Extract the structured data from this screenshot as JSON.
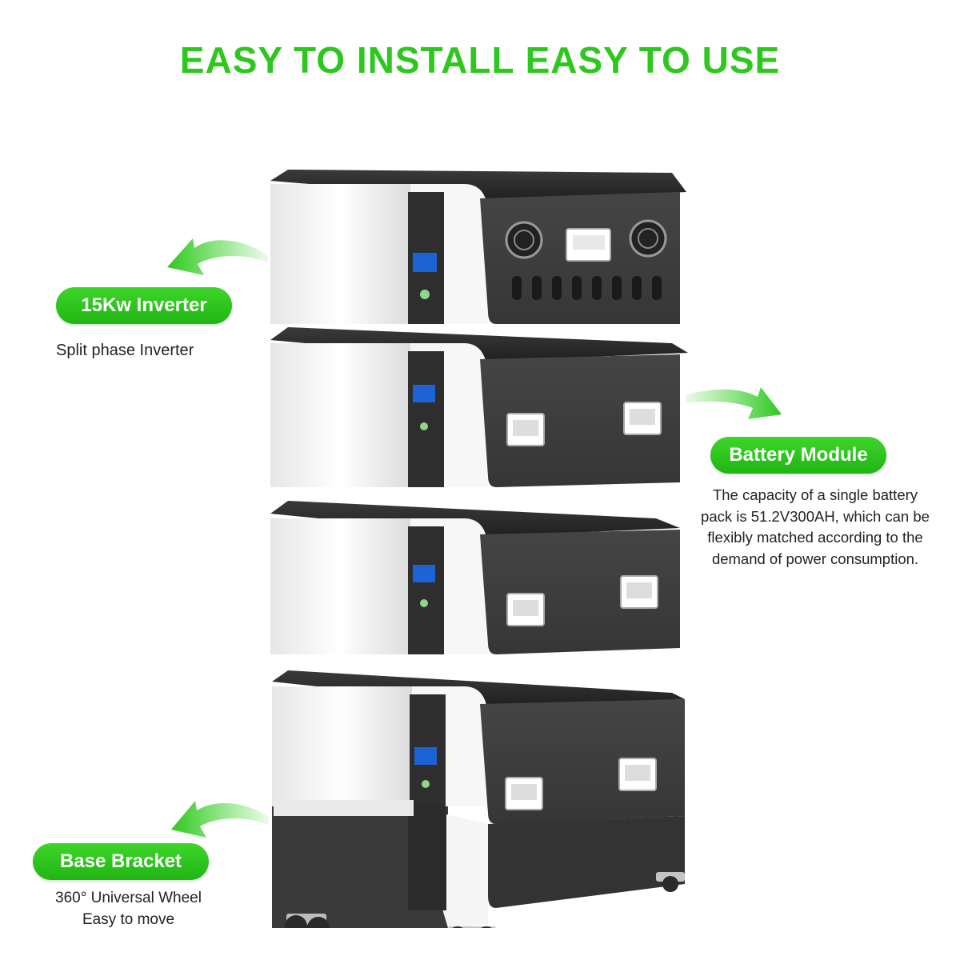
{
  "headline": "EASY TO INSTALL EASY TO USE",
  "inverter": {
    "badge": "15Kw Inverter",
    "description": "Split phase Inverter"
  },
  "battery": {
    "badge": "Battery Module",
    "description_lines": [
      "The capacity of a single battery",
      "pack is 51.2V300AH, which can be",
      "flexibly matched according to the",
      "demand of power consumption."
    ]
  },
  "base": {
    "badge": "Base Bracket",
    "description_lines": [
      "360° Universal Wheel",
      "Easy to move"
    ]
  },
  "colors": {
    "accent_green": "#2dc71e",
    "panel_white": "#f2f2f2",
    "panel_dark": "#3d3d3d",
    "top_dark": "#2b2b2b",
    "screen_blue": "#1e63d6"
  }
}
